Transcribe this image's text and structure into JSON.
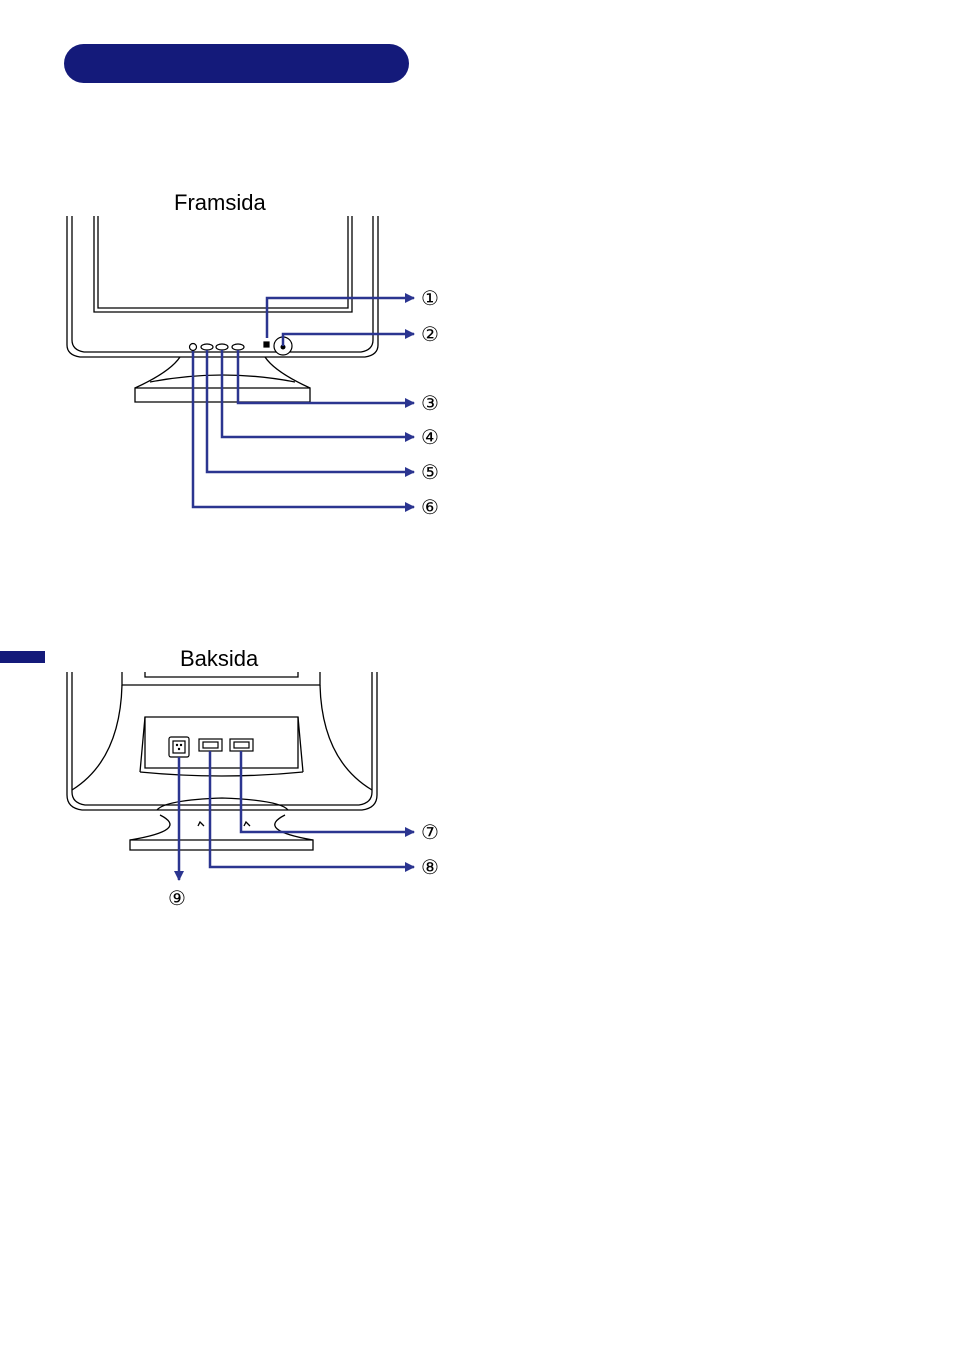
{
  "front": {
    "heading": "Framsida",
    "callouts": [
      "①",
      "②",
      "③",
      "④",
      "⑤",
      "⑥"
    ]
  },
  "back": {
    "heading": "Baksida",
    "callouts": [
      "⑦",
      "⑧",
      "⑨"
    ]
  },
  "colors": {
    "accent": "#141a7a",
    "leader": "#2b3590",
    "outline": "#000000"
  }
}
